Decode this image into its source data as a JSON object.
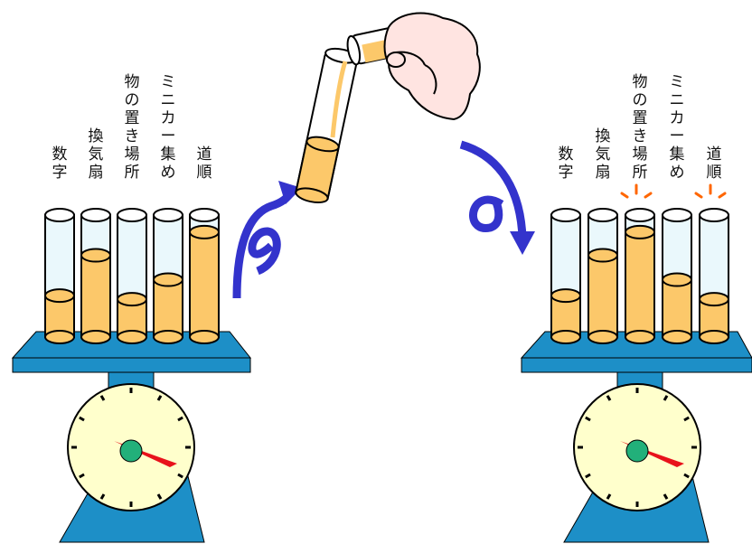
{
  "left_rack": {
    "labels": [
      "数字",
      "換気扇",
      "物の置き場所",
      "ミニカー集め",
      "道順"
    ],
    "fill_levels": [
      0.34,
      0.67,
      0.31,
      0.47,
      0.86
    ]
  },
  "right_rack": {
    "labels": [
      "数字",
      "換気扇",
      "物の置き場所",
      "ミニカー集め",
      "道順"
    ],
    "fill_levels": [
      0.34,
      0.67,
      0.86,
      0.47,
      0.31
    ]
  },
  "colors": {
    "liquid": "#FCC86A",
    "tube_outline": "#000000",
    "scale_blue": "#1D8FC7",
    "dial_face": "#FFFFCC",
    "needle": "#E8121B",
    "needle_hub": "#22B07A",
    "arrow": "#3333CC",
    "spark": "#FF6600"
  },
  "icons": [
    "test-tube-icon",
    "scale-icon",
    "hand-icon",
    "curved-arrow-icon"
  ]
}
